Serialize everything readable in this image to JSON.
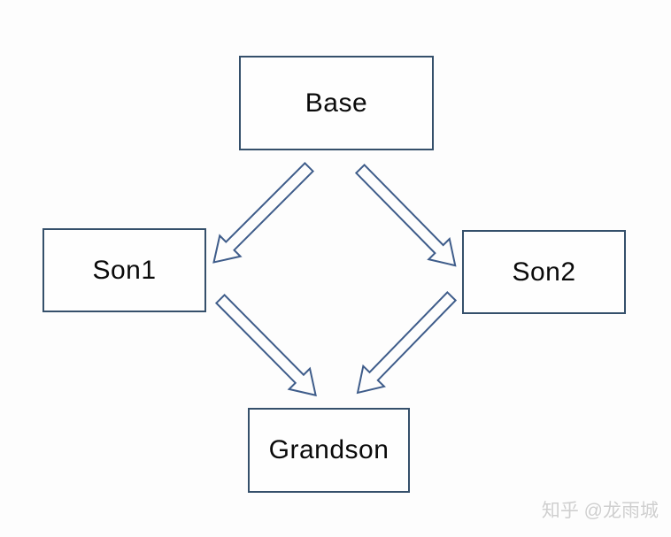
{
  "diagram": {
    "nodes": [
      {
        "id": "base",
        "label": "Base"
      },
      {
        "id": "son1",
        "label": "Son1"
      },
      {
        "id": "son2",
        "label": "Son2"
      },
      {
        "id": "grandson",
        "label": "Grandson"
      }
    ],
    "edges": [
      {
        "from": "Base",
        "to": "Son1"
      },
      {
        "from": "Base",
        "to": "Son2"
      },
      {
        "from": "Son1",
        "to": "Grandson"
      },
      {
        "from": "Son2",
        "to": "Grandson"
      }
    ]
  },
  "watermark": {
    "text": "知乎 @龙雨城"
  },
  "colors": {
    "box_border": "#35506b",
    "arrow_stroke": "#3e5c8a",
    "node_text": "#0a0a0a",
    "watermark_text": "#cfcfcf",
    "background": "#fdfdfd"
  }
}
